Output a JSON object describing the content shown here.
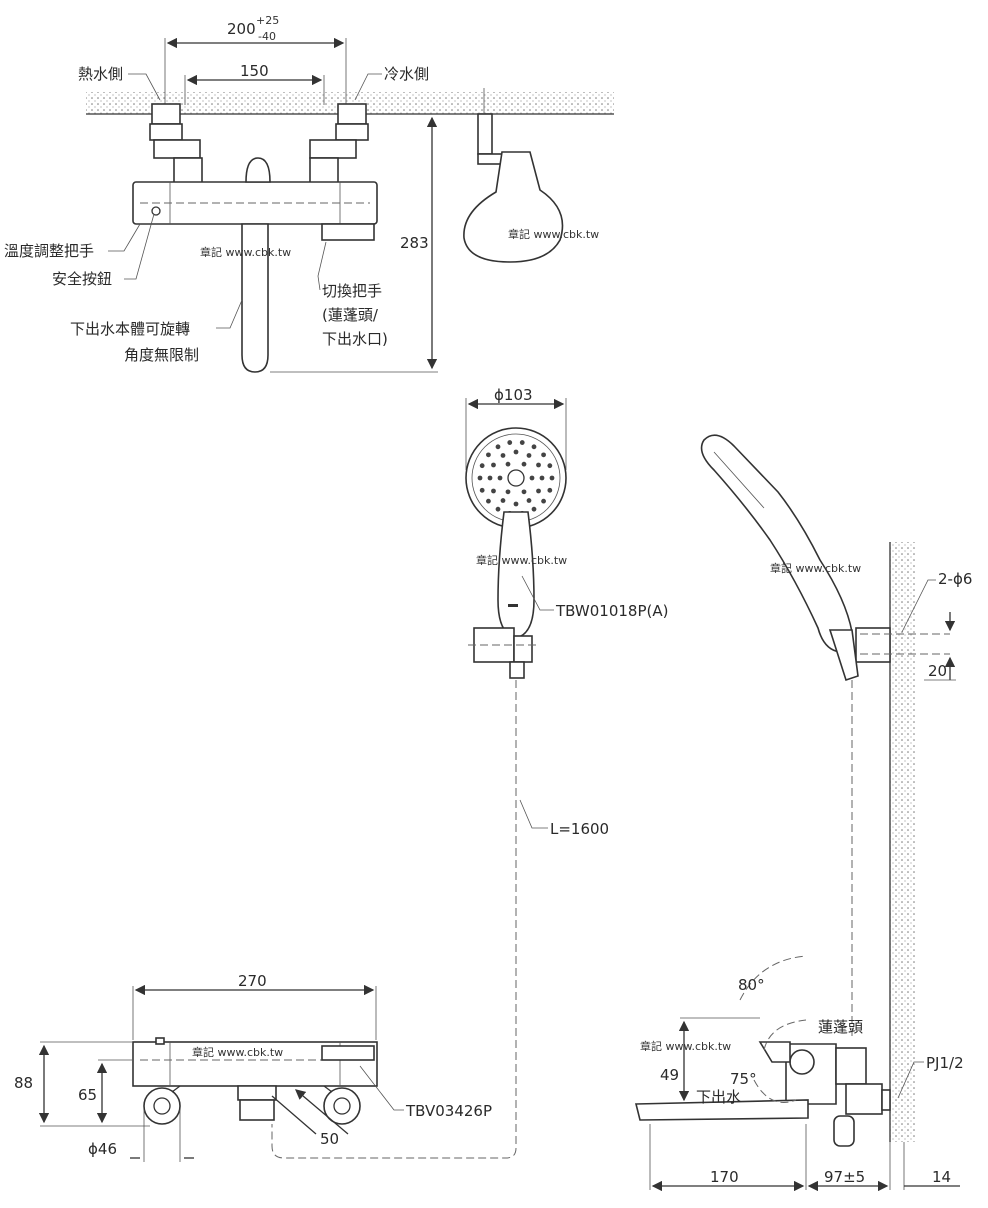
{
  "top_view": {
    "dim_total": "200",
    "dim_tol_plus": "+25",
    "dim_tol_minus": "-40",
    "dim_center": "150",
    "dim_height": "283",
    "label_hot": "熱水側",
    "label_cold": "冷水側",
    "label_temp_handle": "溫度調整把手",
    "label_safety_button": "安全按鈕",
    "label_rotate_line1": "下出水本體可旋轉",
    "label_rotate_line2": "角度無限制",
    "label_switch_line1": "切換把手",
    "label_switch_line2": "(蓮蓬頭/",
    "label_switch_line3": "下出水口)"
  },
  "hand_shower": {
    "dim_diameter": "ϕ103",
    "model": "TBW01018P(A)",
    "hose_length": "L=1600"
  },
  "side_view": {
    "label_holes": "2-ϕ6",
    "dim_20": "20",
    "angle_80": "80°",
    "angle_75": "75°",
    "label_shower": "蓮蓬頭",
    "label_spout": "下出水",
    "dim_49": "49",
    "label_pipe": "PJ1/2",
    "dim_170": "170",
    "dim_97": "97±5",
    "dim_14": "14"
  },
  "front_view": {
    "dim_width": "270",
    "dim_88": "88",
    "dim_65": "65",
    "dim_46": "ϕ46",
    "dim_50": "50",
    "model": "TBV03426P"
  },
  "watermark": "章記 www.cbk.tw"
}
